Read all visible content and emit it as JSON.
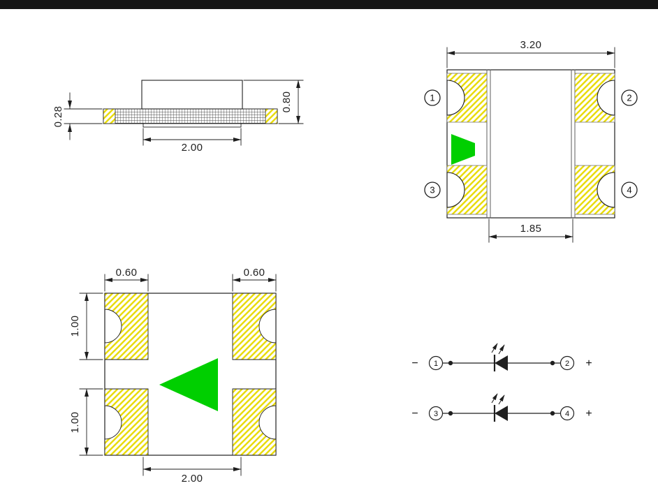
{
  "page": {
    "top_bar_color": "#161616",
    "background": "#ffffff"
  },
  "colors": {
    "led_green": "#00cf00",
    "hatch_yellow": "#e8da00",
    "line": "#1f1f1f"
  },
  "side_view": {
    "thickness": "0.28",
    "total_height": "0.80",
    "width": "2.00"
  },
  "top_view": {
    "overall_width": "3.20",
    "body_width": "1.85",
    "pin1": "1",
    "pin2": "2",
    "pin3": "3",
    "pin4": "4"
  },
  "bottom_view": {
    "pad_width_left": "0.60",
    "pad_width_right": "0.60",
    "pad_height_upper": "1.00",
    "pad_height_lower": "1.00",
    "span": "2.00"
  },
  "schematic": {
    "rows": [
      {
        "minus": "−",
        "left_pin": "1",
        "right_pin": "2",
        "plus": "+"
      },
      {
        "minus": "−",
        "left_pin": "3",
        "right_pin": "4",
        "plus": "+"
      }
    ]
  }
}
